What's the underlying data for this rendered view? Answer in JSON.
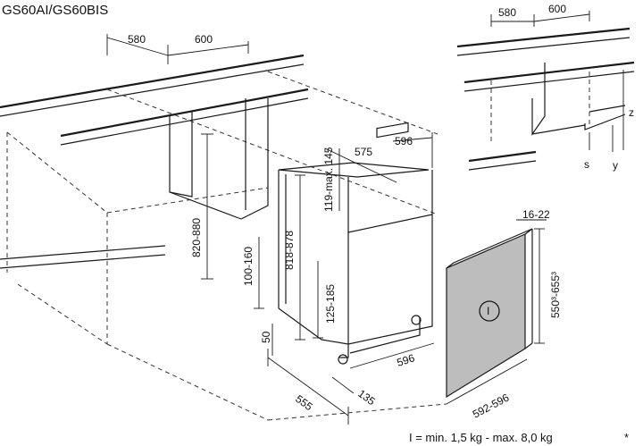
{
  "title": "GS60AI/GS60BIS",
  "main_view": {
    "top_width": "580",
    "top_depth": "600",
    "niche_height": "820-880",
    "appliance_width": "596",
    "appliance_depth_top": "575",
    "panel_height": "119-max. 145",
    "appliance_height": "818-878",
    "plinth_height": "100-160",
    "foot_height": "125-185",
    "foot_offset": "50",
    "depth_bottom": "555",
    "plinth_setback": "135",
    "width_bottom": "596"
  },
  "door_panel": {
    "thickness": "16-22",
    "height": "550³-655³",
    "width": "592-596",
    "marker": "I"
  },
  "detail_view": {
    "width": "580",
    "depth": "600",
    "z_label": "z",
    "s_label": "s",
    "y_label": "y"
  },
  "footnote": "I = min. 1,5 kg - max. 8,0 kg",
  "footnote_mark": "*"
}
